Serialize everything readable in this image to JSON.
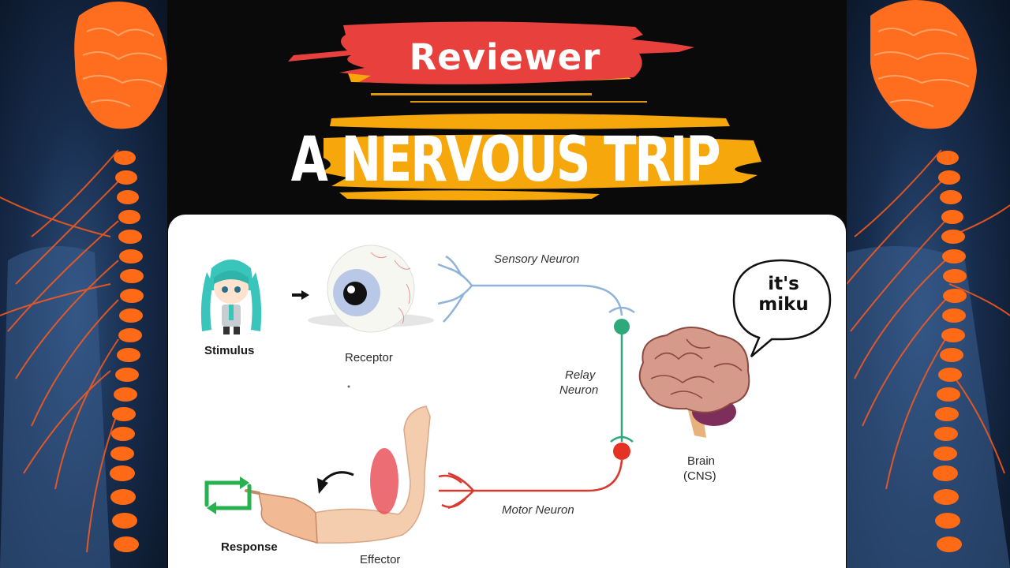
{
  "thumbnail": {
    "badge": "Reviewer",
    "title": "A NERVOUS TRIP"
  },
  "diagram": {
    "stimulus": "Stimulus",
    "receptor": "Receptor",
    "sensory_neuron": "Sensory Neuron",
    "relay_neuron_line1": "Relay",
    "relay_neuron_line2": "Neuron",
    "motor_neuron": "Motor Neuron",
    "brain_line1": "Brain",
    "brain_line2": "(CNS)",
    "effector": "Effector",
    "response": "Response",
    "speech_line1": "it's",
    "speech_line2": "miku"
  },
  "colors": {
    "brush_red": "#e8413d",
    "brush_orange": "#f5a70b",
    "sensory": "#8fb3d9",
    "relay": "#2fa87a",
    "motor": "#d93a2f",
    "response_green": "#27b24f"
  }
}
